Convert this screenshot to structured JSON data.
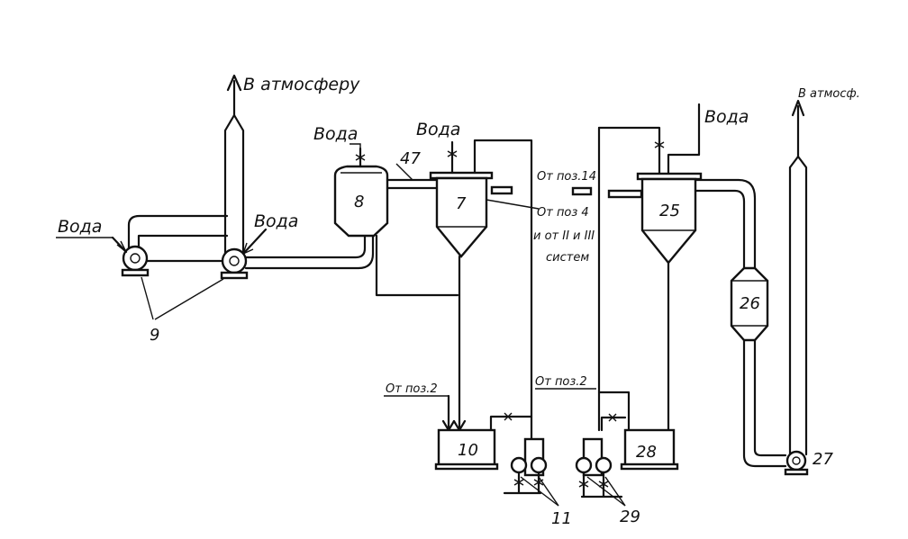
{
  "labels": {
    "atm_left": "В атмосферу",
    "atm_right": "В атмосф.",
    "water_pump_left": "Вода",
    "water_pump_right": "Вода",
    "water_8": "Вода",
    "water_7": "Вода",
    "water_25": "Вода",
    "from_14": "От поз.14",
    "from_4_line1": "От поз 4",
    "from_4_line2": "и от II и III",
    "from_4_line3": "систем",
    "from_2_left": "От поз.2",
    "from_2_right": "От поз.2"
  },
  "positions": {
    "p7": "7",
    "p8": "8",
    "p9": "9",
    "p10": "10",
    "p11": "11",
    "p25": "25",
    "p26": "26",
    "p27": "27",
    "p28": "28",
    "p29": "29",
    "p47": "47"
  }
}
